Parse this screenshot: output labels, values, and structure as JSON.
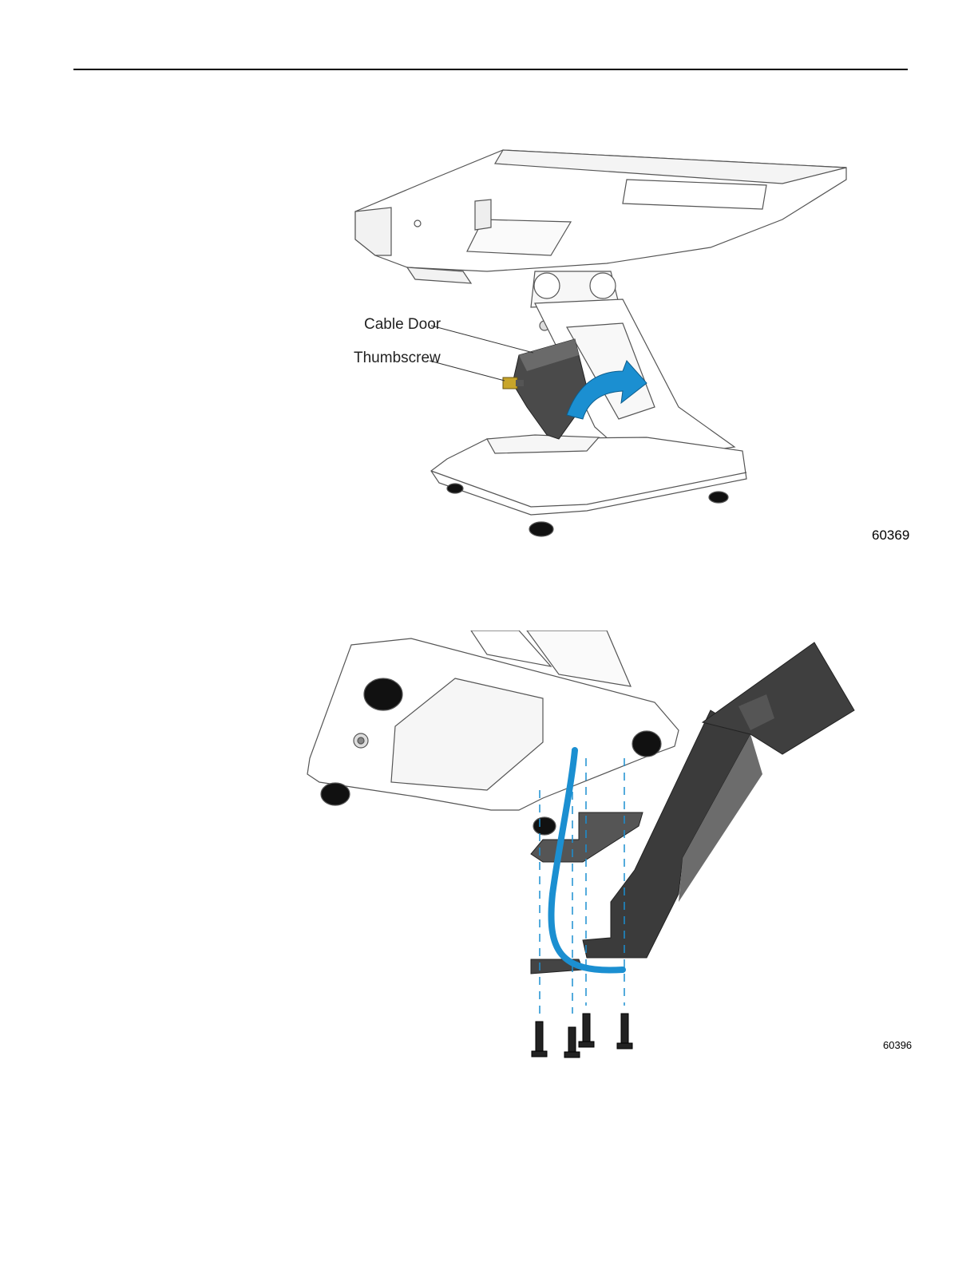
{
  "figures": [
    {
      "callouts": {
        "cable_door": "Cable Door",
        "thumbscrew": "Thumbscrew"
      },
      "figure_number": "60369",
      "arrow_color": "#1b8fd1"
    },
    {
      "figure_number": "60396",
      "cable_color": "#1b8fd1",
      "dashed_line_color": "#1b8fd1"
    }
  ]
}
